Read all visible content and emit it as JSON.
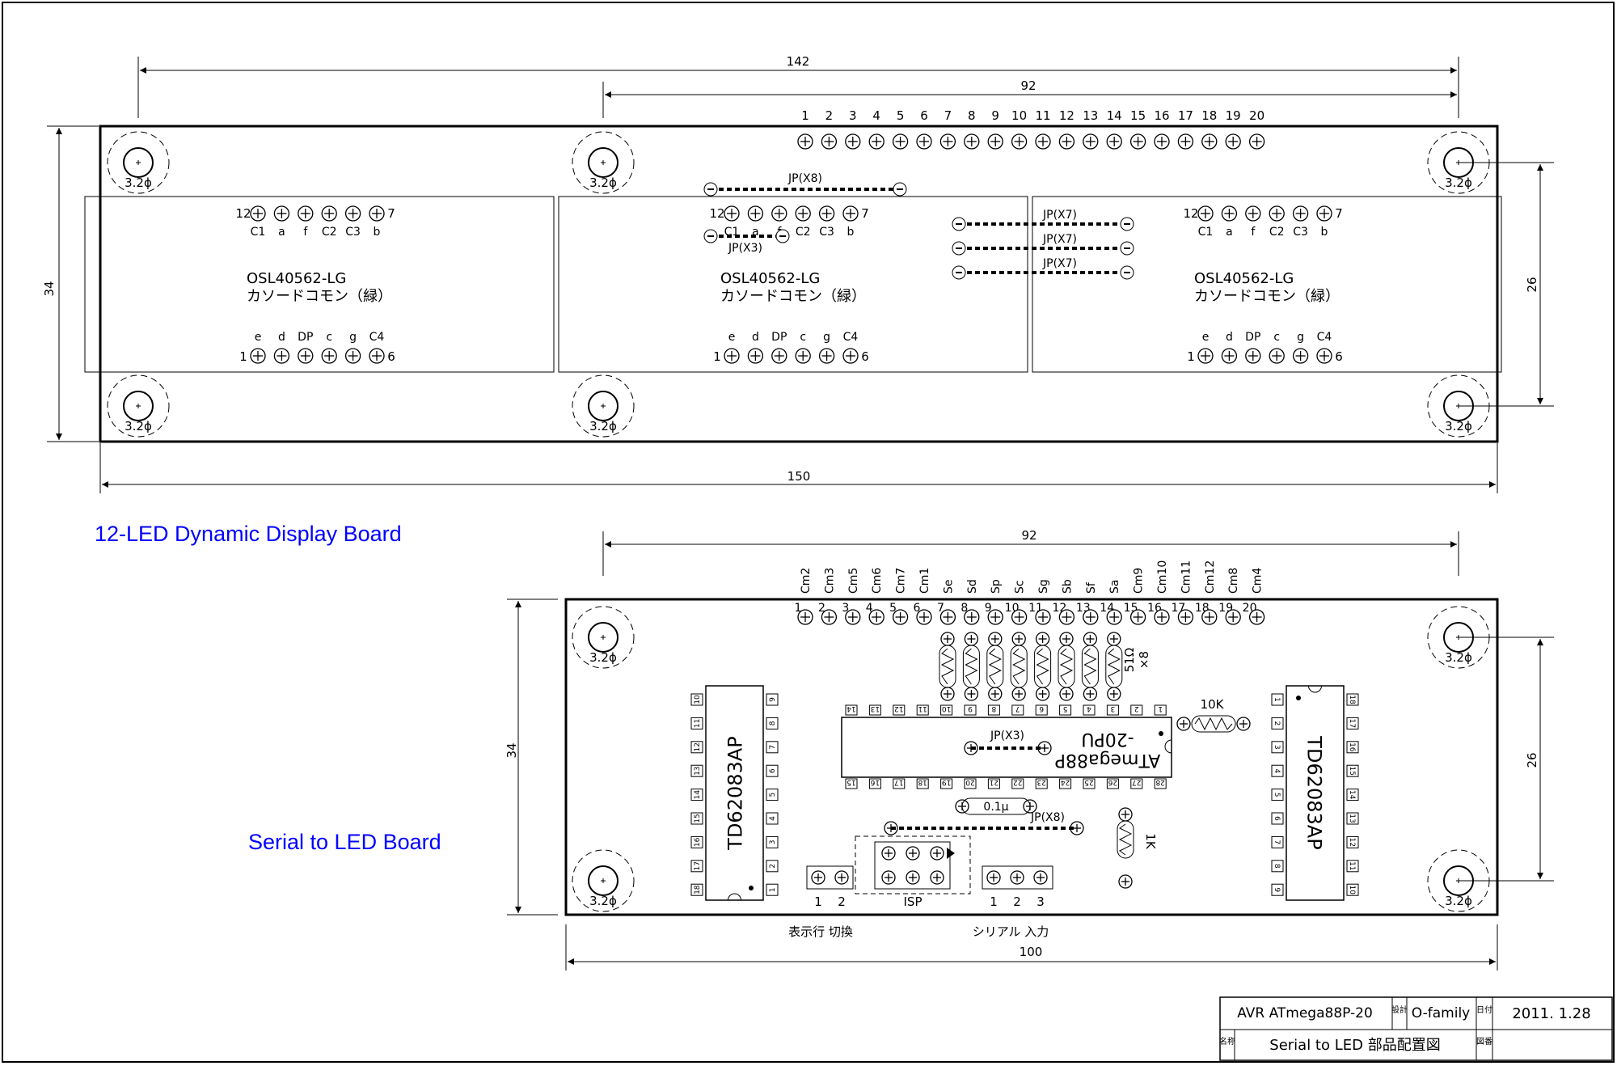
{
  "top_board": {
    "caption": "12-LED Dynamic Display Board",
    "dims": {
      "overall_width": "142",
      "pitch": "92",
      "height": "34",
      "width": "150",
      "hole_span": "26"
    },
    "header_numbers": [
      "1",
      "2",
      "3",
      "4",
      "5",
      "6",
      "7",
      "8",
      "9",
      "10",
      "11",
      "12",
      "13",
      "14",
      "15",
      "16",
      "17",
      "18",
      "19",
      "20"
    ],
    "hole_label": "3.2ϕ",
    "display": {
      "part": "OSL40562-LG",
      "desc": "カソードコモン（緑）",
      "top_pin_first": "12",
      "top_pin_last": "7",
      "top_labels": [
        "C1",
        "a",
        "f",
        "C2",
        "C3",
        "b"
      ],
      "bottom_labels": [
        "e",
        "d",
        "DP",
        "c",
        "g",
        "C4"
      ],
      "bottom_pin_first": "1",
      "bottom_pin_last": "6"
    },
    "jumpers": {
      "x8": "JP(X8)",
      "x3": "JP(X3)",
      "x7": "JP(X7)"
    }
  },
  "bottom_board": {
    "caption": "Serial to LED Board",
    "dims": {
      "pitch": "92",
      "height": "34",
      "width": "100",
      "hole_span": "26"
    },
    "signal_labels": [
      "Cm2",
      "Cm3",
      "Cm5",
      "Cm6",
      "Cm7",
      "Cm1",
      "Se",
      "Sd",
      "Sp",
      "Sc",
      "Sg",
      "Sb",
      "Sf",
      "Sa",
      "Cm9",
      "Cm10",
      "Cm11",
      "Cm12",
      "Cm8",
      "Cm4"
    ],
    "header_numbers": [
      "1",
      "2",
      "3",
      "4",
      "5",
      "6",
      "7",
      "8",
      "9",
      "10",
      "11",
      "12",
      "13",
      "14",
      "15",
      "16",
      "17",
      "18",
      "19",
      "20"
    ],
    "resistor_array": [
      "51Ω",
      "×8"
    ],
    "r10k": "10K",
    "r1k": "1K",
    "cap": "0.1μ",
    "mcu_line1": "ATmega88P",
    "mcu_line2": "-20PU",
    "mcu_top_pins": [
      "14",
      "13",
      "12",
      "11",
      "10",
      "9",
      "8",
      "7",
      "6",
      "5",
      "4",
      "3",
      "2",
      "1"
    ],
    "mcu_bottom_pins": [
      "15",
      "16",
      "17",
      "18",
      "19",
      "20",
      "21",
      "22",
      "23",
      "24",
      "25",
      "26",
      "27",
      "28"
    ],
    "driver": "TD62083AP",
    "driver_left_pins_l": [
      "10",
      "11",
      "12",
      "13",
      "14",
      "15",
      "16",
      "17",
      "18"
    ],
    "driver_left_pins_r": [
      "9",
      "8",
      "7",
      "6",
      "5",
      "4",
      "3",
      "2",
      "1"
    ],
    "driver_right_pins_l": [
      "1",
      "2",
      "3",
      "4",
      "5",
      "6",
      "7",
      "8",
      "9"
    ],
    "driver_right_pins_r": [
      "18",
      "17",
      "16",
      "15",
      "14",
      "13",
      "12",
      "11",
      "10"
    ],
    "jp_x3": "JP(X3)",
    "jp_x8": "JP(X8)",
    "isp": "ISP",
    "sel_pins": [
      "1",
      "2"
    ],
    "ser_pins": [
      "1",
      "2",
      "3"
    ],
    "sel_label": "表示行 切換",
    "ser_label": "シリアル 入力"
  },
  "title_block": {
    "project": "AVR ATmega88P-20",
    "design_label": "設計",
    "designer": "O-family",
    "date_label": "日付",
    "date": "2011. 1.28",
    "name_label": "名称",
    "title": "Serial to LED 部品配置図",
    "number_label": "図番"
  }
}
